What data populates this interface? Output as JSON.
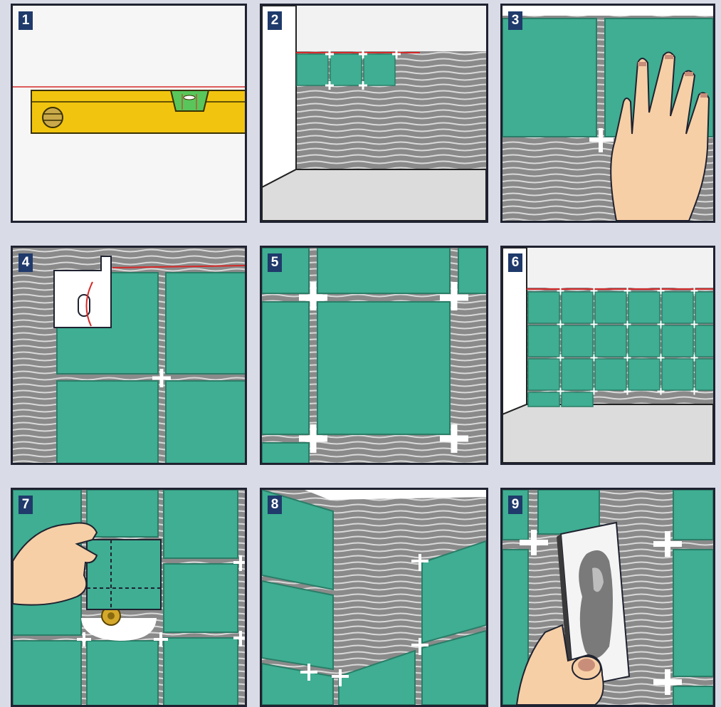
{
  "steps": [
    {
      "number": "1"
    },
    {
      "number": "2"
    },
    {
      "number": "3"
    },
    {
      "number": "4"
    },
    {
      "number": "5"
    },
    {
      "number": "6"
    },
    {
      "number": "7"
    },
    {
      "number": "8"
    },
    {
      "number": "9"
    }
  ],
  "colors": {
    "tile": "#3fae92",
    "tile_edge": "#2a7d68",
    "adhesive": "#8a8a8a",
    "level": "#f1c40f",
    "guideline": "#d62828",
    "frame": "#1f2230",
    "badge": "#1f3a6b",
    "background": "#d9dbe7",
    "skin": "#f7cfa6"
  }
}
